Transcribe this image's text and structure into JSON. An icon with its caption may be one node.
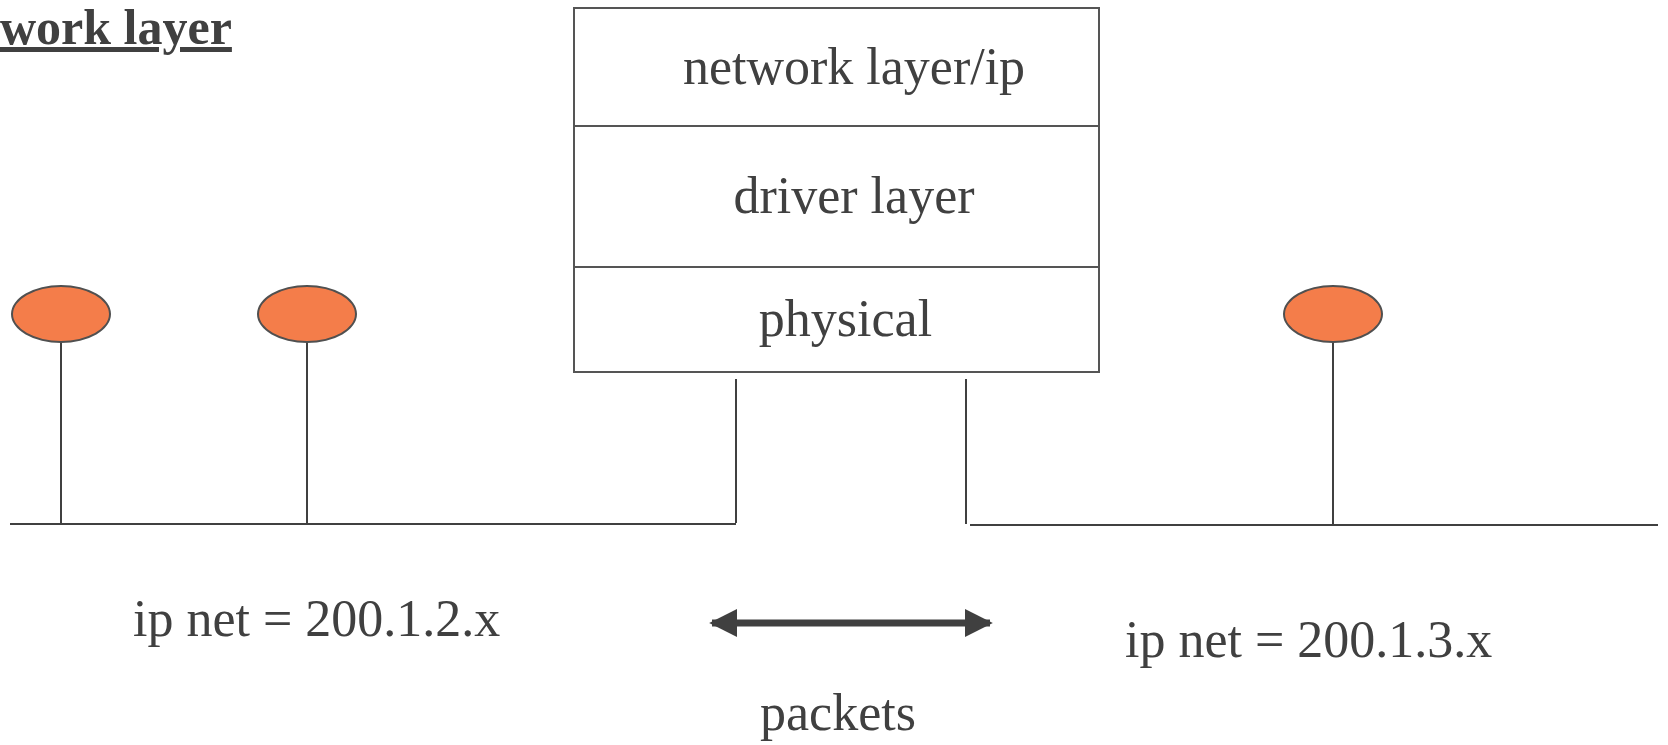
{
  "diagram": {
    "title": "work layer",
    "nodes": [
      {
        "text": [
          "network layer/ip"
        ]
      },
      {
        "text": [
          "driver layer"
        ]
      },
      {
        "text": [
          "physical"
        ]
      },
      {
        "text": [],
        "shape": "ellipse"
      },
      {
        "text": [],
        "shape": "ellipse"
      },
      {
        "text": [],
        "shape": "ellipse"
      },
      {
        "text": [],
        "shape": "bar"
      },
      {
        "text": [],
        "shape": "bar"
      }
    ],
    "edges": [
      {
        "from": 3,
        "to": 6,
        "arrow": "none"
      },
      {
        "from": 4,
        "to": 6,
        "arrow": "none"
      },
      {
        "from": 2,
        "to": 6,
        "arrow": "none"
      },
      {
        "from": 2,
        "to": 7,
        "arrow": "none"
      },
      {
        "from": 5,
        "to": 7,
        "arrow": "none"
      }
    ],
    "labels": [
      "ip net = 200.1.2.x",
      "ip net = 200.1.3.x",
      "packets"
    ]
  }
}
